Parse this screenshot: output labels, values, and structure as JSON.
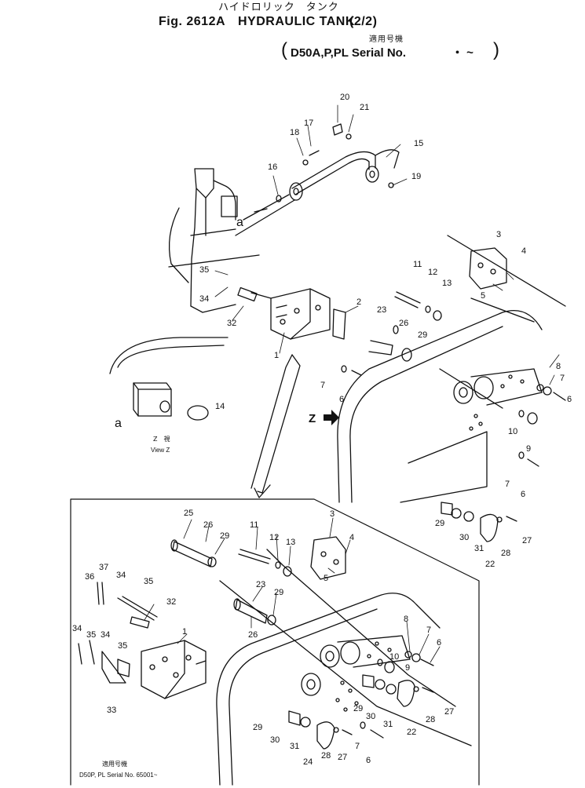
{
  "header": {
    "title_kana": "ハイドロリック　タンク",
    "fig_label": "Fig. 2612A",
    "title": "HYDRAULIC TANK",
    "page_fraction": "(2/2)",
    "applicable_kanji": "適用号機",
    "serial_open": "(",
    "serial_text": "D50A,P,PL Serial No.",
    "serial_range": "・ ~",
    "serial_close": ")"
  },
  "view_note": {
    "kanji": "Z　視",
    "text": "View Z"
  },
  "inset_note": {
    "kanji": "適用号機",
    "text": "D50P, PL  Serial No. 65001~"
  },
  "markers": {
    "a_upper": "a",
    "a_left": "a",
    "z_label": "Z"
  },
  "part_labels": [
    "1",
    "2",
    "3",
    "4",
    "5",
    "6",
    "7",
    "8",
    "9",
    "10",
    "11",
    "12",
    "13",
    "14",
    "15",
    "16",
    "17",
    "18",
    "19",
    "20",
    "21",
    "22",
    "23",
    "24",
    "25",
    "26",
    "27",
    "28",
    "29",
    "30",
    "31",
    "32",
    "33",
    "34",
    "35",
    "36",
    "37"
  ]
}
